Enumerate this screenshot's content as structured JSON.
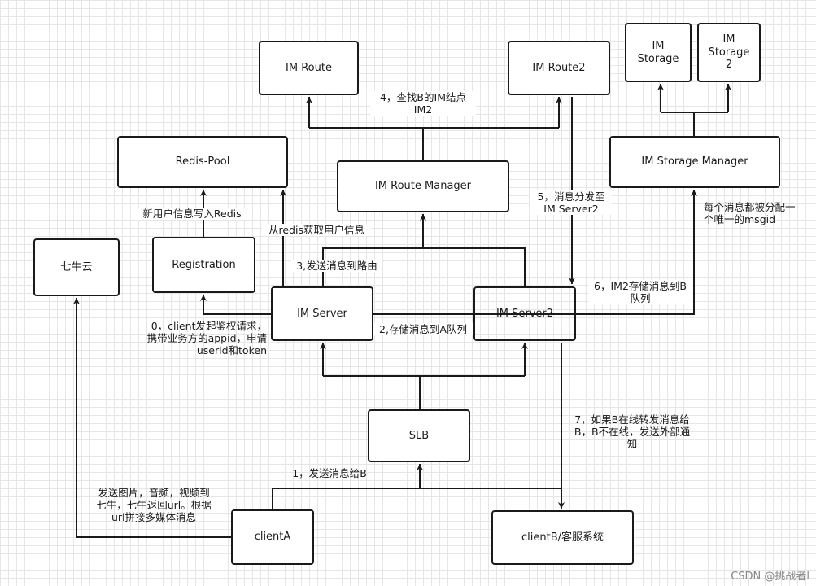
{
  "nodes": {
    "im_route": "IM Route",
    "im_route2": "IM Route2",
    "im_storage": "IM\nStorage",
    "im_storage2": "IM\nStorage\n2",
    "redis_pool": "Redis-Pool",
    "im_route_manager": "IM Route Manager",
    "im_storage_manager": "IM Storage Manager",
    "qiniu": "七牛云",
    "registration": "Registration",
    "im_server": "IM Server",
    "im_server2": "IM Server2",
    "slb": "SLB",
    "clienta": "clientA",
    "clientb": "clientB/客服系统"
  },
  "labels": {
    "step4": "4，查找B的IM结点\nIM2",
    "step5": "5，消息分发至\nIM Server2",
    "msgid": "每个消息都被分配一\n个唯一的msgid",
    "write_redis": "新用户信息写入Redis",
    "read_redis": "从redis获取用户信息",
    "step3": "3,发送消息到路由",
    "step6": "6，IM2存储消息到B\n队列",
    "step0": "0，client发起鉴权请求，\n携带业务方的appid，申请\nuserid和token",
    "step2": "2,存储消息到A队列",
    "step7": "7，如果B在线转发消息给\nB，B不在线，发送外部通\n知",
    "step1": "1，发送消息给B",
    "media": "发送图片，音频，视频到\n七牛，七牛返回url。根据\nurl拼接多媒体消息"
  },
  "watermark": "CSDN @挑战者l"
}
